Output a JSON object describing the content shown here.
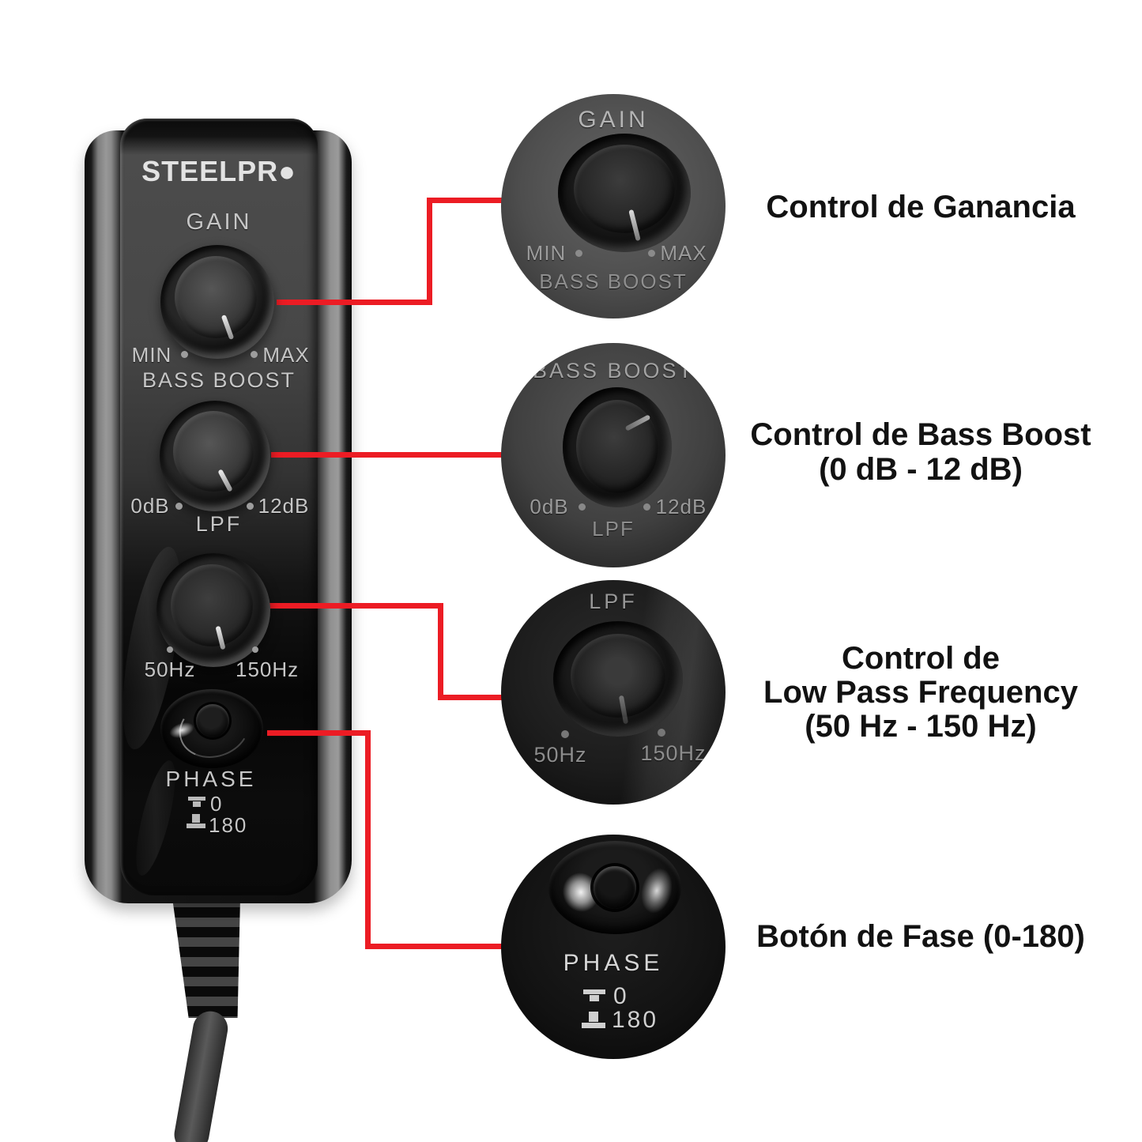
{
  "colors": {
    "accent": "#ec1c24",
    "background": "#ffffff"
  },
  "device": {
    "brand_text": "STEELPR",
    "brand_dot": "●",
    "gain": {
      "title": "GAIN",
      "left": "MIN",
      "right": "MAX"
    },
    "bass": {
      "title": "BASS BOOST",
      "left": "0dB",
      "right": "12dB"
    },
    "lpf": {
      "title": "LPF",
      "left": "50Hz",
      "right": "150Hz"
    },
    "phase": {
      "title": "PHASE",
      "opt0": "0",
      "opt180": "180"
    }
  },
  "annotations": {
    "gain": {
      "line1": "Control de Ganancia"
    },
    "bass": {
      "line1": "Control de Bass Boost",
      "line2": "(0 dB - 12 dB)"
    },
    "lpf": {
      "line1": "Control de",
      "line2": "Low Pass Frequency",
      "line3": "(50 Hz - 150 Hz)"
    },
    "phase": {
      "line1": "Botón de Fase (0-180)"
    }
  }
}
